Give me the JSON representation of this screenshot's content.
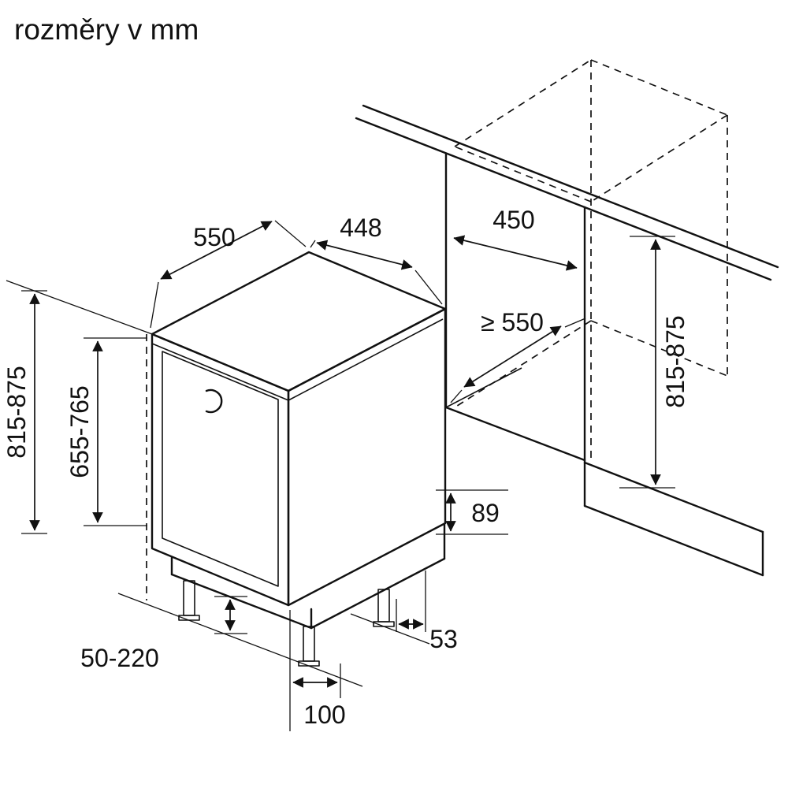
{
  "title": "rozměry v mm",
  "unit": "mm",
  "colors": {
    "line": "#111111",
    "background": "#ffffff"
  },
  "labels": {
    "appliance_depth": "550",
    "appliance_width": "448",
    "appliance_height": "815-875",
    "door_height": "655-765",
    "niche_width": "450",
    "niche_depth": "≥ 550",
    "niche_height": "815-875",
    "rear_clearance": "89",
    "rear_foot_offset": "53",
    "plinth_height_range": "50-220",
    "foot_inset": "100"
  }
}
